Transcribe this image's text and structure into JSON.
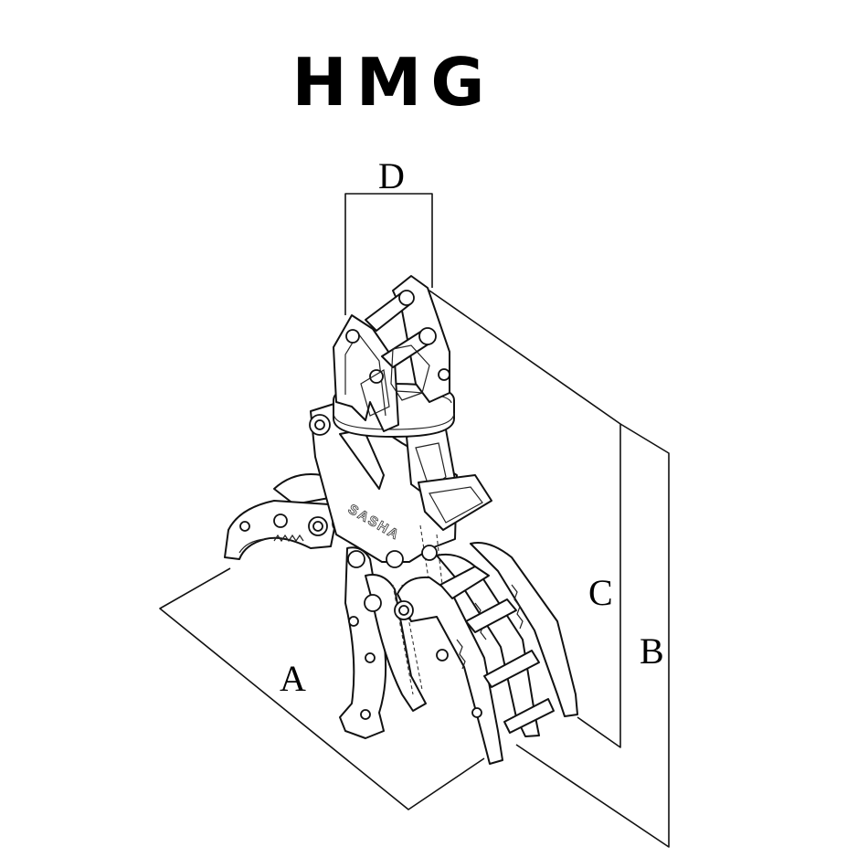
{
  "header": {
    "title": "HMG"
  },
  "dimensions": {
    "a": "A",
    "b": "B",
    "c": "C",
    "d": "D"
  },
  "product": {
    "brand": "SASHA"
  }
}
